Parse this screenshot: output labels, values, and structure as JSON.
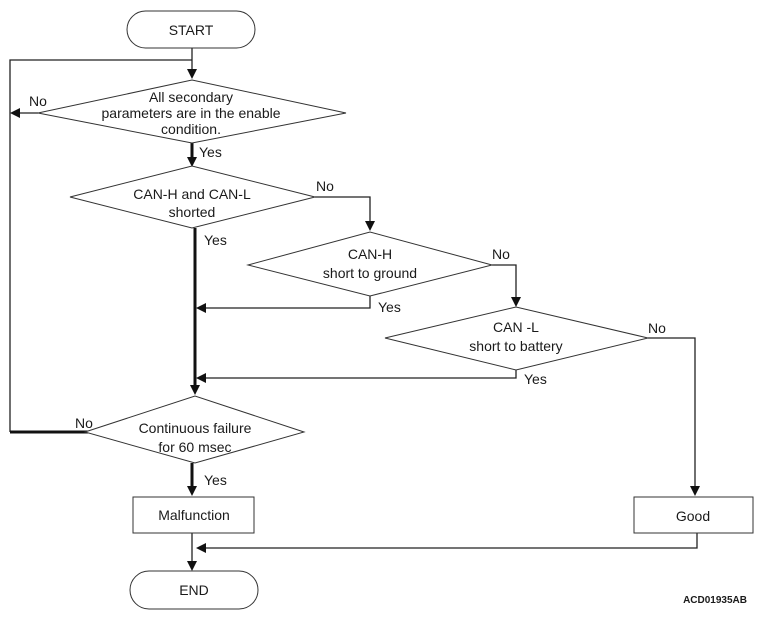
{
  "nodes": {
    "start": "START",
    "end": "END",
    "enable_check": [
      "All secondary",
      "parameters are in the enable",
      "condition."
    ],
    "can_shorted": [
      "CAN-H and CAN-L",
      "shorted"
    ],
    "canh_ground": [
      "CAN-H",
      "short to ground"
    ],
    "canl_battery": [
      "CAN -L",
      "short to battery"
    ],
    "continuous": [
      "Continuous failure",
      "for 60 msec"
    ],
    "malfunction": "Malfunction",
    "good": "Good"
  },
  "branch_labels": {
    "yes": "Yes",
    "no": "No"
  },
  "figure_code": "ACD01935AB"
}
